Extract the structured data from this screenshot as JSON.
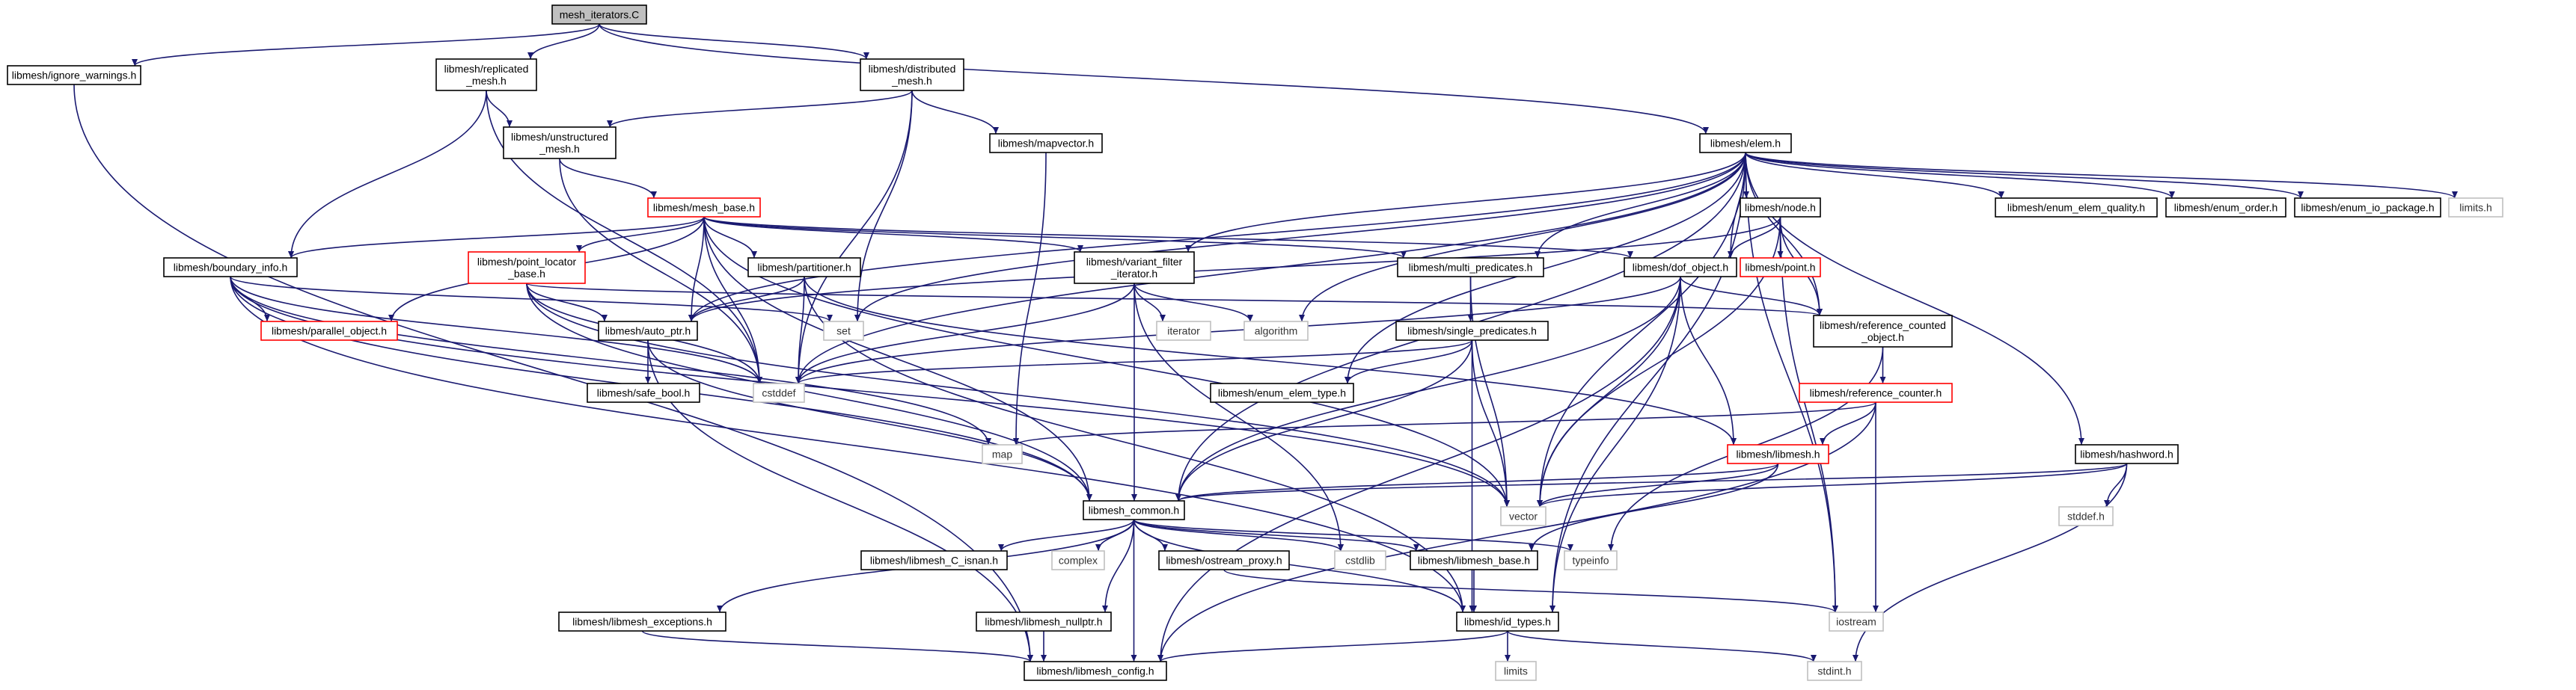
{
  "nodes": [
    {
      "id": "root",
      "label": "mesh_iterators.C",
      "style": "root"
    },
    {
      "id": "ignore",
      "label": "libmesh/ignore_warnings.h",
      "style": "normal"
    },
    {
      "id": "replicated",
      "label": "libmesh/replicated\n_mesh.h",
      "style": "normal"
    },
    {
      "id": "distributed",
      "label": "libmesh/distributed\n_mesh.h",
      "style": "normal"
    },
    {
      "id": "unstructured",
      "label": "libmesh/unstructured\n_mesh.h",
      "style": "normal"
    },
    {
      "id": "mapvector",
      "label": "libmesh/mapvector.h",
      "style": "normal"
    },
    {
      "id": "elem",
      "label": "libmesh/elem.h",
      "style": "normal"
    },
    {
      "id": "mesh_base",
      "label": "libmesh/mesh_base.h",
      "style": "red"
    },
    {
      "id": "boundary_info",
      "label": "libmesh/boundary_info.h",
      "style": "normal"
    },
    {
      "id": "point_locator",
      "label": "libmesh/point_locator\n_base.h",
      "style": "red"
    },
    {
      "id": "partitioner",
      "label": "libmesh/partitioner.h",
      "style": "normal"
    },
    {
      "id": "variant",
      "label": "libmesh/variant_filter\n_iterator.h",
      "style": "normal"
    },
    {
      "id": "multi_pred",
      "label": "libmesh/multi_predicates.h",
      "style": "normal"
    },
    {
      "id": "node",
      "label": "libmesh/node.h",
      "style": "normal"
    },
    {
      "id": "dof_object",
      "label": "libmesh/dof_object.h",
      "style": "normal"
    },
    {
      "id": "point",
      "label": "libmesh/point.h",
      "style": "red"
    },
    {
      "id": "enum_elem_quality",
      "label": "libmesh/enum_elem_quality.h",
      "style": "normal"
    },
    {
      "id": "enum_order",
      "label": "libmesh/enum_order.h",
      "style": "normal"
    },
    {
      "id": "enum_io_package",
      "label": "libmesh/enum_io_package.h",
      "style": "normal"
    },
    {
      "id": "limits_h",
      "label": "limits.h",
      "style": "gray"
    },
    {
      "id": "parallel_object",
      "label": "libmesh/parallel_object.h",
      "style": "red"
    },
    {
      "id": "auto_ptr",
      "label": "libmesh/auto_ptr.h",
      "style": "normal"
    },
    {
      "id": "set",
      "label": "set",
      "style": "gray"
    },
    {
      "id": "iterator",
      "label": "iterator",
      "style": "gray"
    },
    {
      "id": "algorithm",
      "label": "algorithm",
      "style": "gray"
    },
    {
      "id": "single_pred",
      "label": "libmesh/single_predicates.h",
      "style": "normal"
    },
    {
      "id": "ref_counted",
      "label": "libmesh/reference_counted\n_object.h",
      "style": "normal"
    },
    {
      "id": "safe_bool",
      "label": "libmesh/safe_bool.h",
      "style": "normal"
    },
    {
      "id": "cstddef",
      "label": "cstddef",
      "style": "gray"
    },
    {
      "id": "enum_elem_type",
      "label": "libmesh/enum_elem_type.h",
      "style": "normal"
    },
    {
      "id": "ref_counter",
      "label": "libmesh/reference_counter.h",
      "style": "red"
    },
    {
      "id": "map",
      "label": "map",
      "style": "gray"
    },
    {
      "id": "libmesh_h",
      "label": "libmesh/libmesh.h",
      "style": "red"
    },
    {
      "id": "hashword",
      "label": "libmesh/hashword.h",
      "style": "normal"
    },
    {
      "id": "vector",
      "label": "vector",
      "style": "gray"
    },
    {
      "id": "stddef",
      "label": "stddef.h",
      "style": "gray"
    },
    {
      "id": "libmesh_common",
      "label": "libmesh_common.h",
      "style": "normal"
    },
    {
      "id": "c_isnan",
      "label": "libmesh/libmesh_C_isnan.h",
      "style": "normal"
    },
    {
      "id": "complex",
      "label": "complex",
      "style": "gray"
    },
    {
      "id": "ostream_proxy",
      "label": "libmesh/ostream_proxy.h",
      "style": "normal"
    },
    {
      "id": "cstdlib",
      "label": "cstdlib",
      "style": "gray"
    },
    {
      "id": "libmesh_base",
      "label": "libmesh/libmesh_base.h",
      "style": "normal"
    },
    {
      "id": "typeinfo",
      "label": "typeinfo",
      "style": "gray"
    },
    {
      "id": "exceptions",
      "label": "libmesh/libmesh_exceptions.h",
      "style": "normal"
    },
    {
      "id": "nullptr",
      "label": "libmesh/libmesh_nullptr.h",
      "style": "normal"
    },
    {
      "id": "id_types",
      "label": "libmesh/id_types.h",
      "style": "normal"
    },
    {
      "id": "iostream",
      "label": "iostream",
      "style": "gray"
    },
    {
      "id": "limits",
      "label": "limits",
      "style": "gray"
    },
    {
      "id": "libmesh_config",
      "label": "libmesh/libmesh_config.h",
      "style": "normal"
    },
    {
      "id": "stdint",
      "label": "stdint.h",
      "style": "gray"
    }
  ],
  "edges": [
    [
      "root",
      "ignore"
    ],
    [
      "root",
      "replicated"
    ],
    [
      "root",
      "distributed"
    ],
    [
      "root",
      "elem"
    ],
    [
      "ignore",
      "libmesh_config"
    ],
    [
      "replicated",
      "unstructured"
    ],
    [
      "replicated",
      "boundary_info"
    ],
    [
      "replicated",
      "cstddef"
    ],
    [
      "distributed",
      "unstructured"
    ],
    [
      "distributed",
      "mapvector"
    ],
    [
      "distributed",
      "set"
    ],
    [
      "distributed",
      "cstddef"
    ],
    [
      "unstructured",
      "mesh_base"
    ],
    [
      "unstructured",
      "cstddef"
    ],
    [
      "mapvector",
      "map"
    ],
    [
      "mesh_base",
      "boundary_info"
    ],
    [
      "mesh_base",
      "point_locator"
    ],
    [
      "mesh_base",
      "partitioner"
    ],
    [
      "mesh_base",
      "variant"
    ],
    [
      "mesh_base",
      "multi_pred"
    ],
    [
      "mesh_base",
      "dof_object"
    ],
    [
      "mesh_base",
      "parallel_object"
    ],
    [
      "mesh_base",
      "auto_ptr"
    ],
    [
      "mesh_base",
      "cstddef"
    ],
    [
      "mesh_base",
      "libmesh_common"
    ],
    [
      "mesh_base",
      "vector"
    ],
    [
      "boundary_info",
      "parallel_object"
    ],
    [
      "boundary_info",
      "set"
    ],
    [
      "boundary_info",
      "cstddef"
    ],
    [
      "boundary_info",
      "map"
    ],
    [
      "boundary_info",
      "vector"
    ],
    [
      "boundary_info",
      "libmesh_common"
    ],
    [
      "boundary_info",
      "id_types"
    ],
    [
      "point_locator",
      "auto_ptr"
    ],
    [
      "point_locator",
      "ref_counted"
    ],
    [
      "point_locator",
      "libmesh_common"
    ],
    [
      "point_locator",
      "cstddef"
    ],
    [
      "point_locator",
      "vector"
    ],
    [
      "partitioner",
      "auto_ptr"
    ],
    [
      "partitioner",
      "cstddef"
    ],
    [
      "partitioner",
      "id_types"
    ],
    [
      "partitioner",
      "libmesh_h"
    ],
    [
      "variant",
      "iterator"
    ],
    [
      "variant",
      "algorithm"
    ],
    [
      "variant",
      "cstddef"
    ],
    [
      "variant",
      "libmesh_common"
    ],
    [
      "variant",
      "cstdlib"
    ],
    [
      "multi_pred",
      "single_pred"
    ],
    [
      "multi_pred",
      "vector"
    ],
    [
      "single_pred",
      "cstddef"
    ],
    [
      "single_pred",
      "enum_elem_type"
    ],
    [
      "single_pred",
      "libmesh_common"
    ],
    [
      "single_pred",
      "id_types"
    ],
    [
      "single_pred",
      "vector"
    ],
    [
      "elem",
      "node"
    ],
    [
      "elem",
      "dof_object"
    ],
    [
      "elem",
      "ref_counted"
    ],
    [
      "elem",
      "variant"
    ],
    [
      "elem",
      "multi_pred"
    ],
    [
      "elem",
      "auto_ptr"
    ],
    [
      "elem",
      "enum_elem_quality"
    ],
    [
      "elem",
      "enum_order"
    ],
    [
      "elem",
      "enum_io_package"
    ],
    [
      "elem",
      "limits_h"
    ],
    [
      "elem",
      "set"
    ],
    [
      "elem",
      "algorithm"
    ],
    [
      "elem",
      "cstddef"
    ],
    [
      "elem",
      "enum_elem_type"
    ],
    [
      "elem",
      "hashword"
    ],
    [
      "elem",
      "vector"
    ],
    [
      "elem",
      "iostream"
    ],
    [
      "elem",
      "libmesh_common"
    ],
    [
      "elem",
      "id_types"
    ],
    [
      "node",
      "point"
    ],
    [
      "node",
      "dof_object"
    ],
    [
      "node",
      "ref_counted"
    ],
    [
      "node",
      "auto_ptr"
    ],
    [
      "node",
      "iostream"
    ],
    [
      "node",
      "vector"
    ],
    [
      "dof_object",
      "ref_counted"
    ],
    [
      "dof_object",
      "libmesh_h"
    ],
    [
      "dof_object",
      "cstddef"
    ],
    [
      "dof_object",
      "vector"
    ],
    [
      "dof_object",
      "libmesh_common"
    ],
    [
      "dof_object",
      "id_types"
    ],
    [
      "dof_object",
      "libmesh_config"
    ],
    [
      "ref_counted",
      "ref_counter"
    ],
    [
      "ref_counted",
      "typeinfo"
    ],
    [
      "ref_counter",
      "libmesh_h"
    ],
    [
      "ref_counter",
      "map"
    ],
    [
      "ref_counter",
      "iostream"
    ],
    [
      "ref_counter",
      "libmesh_config"
    ],
    [
      "auto_ptr",
      "safe_bool"
    ],
    [
      "auto_ptr",
      "libmesh_config"
    ],
    [
      "auto_ptr",
      "libmesh_common"
    ],
    [
      "libmesh_h",
      "libmesh_common"
    ],
    [
      "libmesh_h",
      "libmesh_base"
    ],
    [
      "libmesh_h",
      "vector"
    ],
    [
      "hashword",
      "stddef"
    ],
    [
      "hashword",
      "stdint"
    ],
    [
      "hashword",
      "vector"
    ],
    [
      "hashword",
      "libmesh_common"
    ],
    [
      "libmesh_common",
      "c_isnan"
    ],
    [
      "libmesh_common",
      "complex"
    ],
    [
      "libmesh_common",
      "ostream_proxy"
    ],
    [
      "libmesh_common",
      "cstdlib"
    ],
    [
      "libmesh_common",
      "libmesh_base"
    ],
    [
      "libmesh_common",
      "typeinfo"
    ],
    [
      "libmesh_common",
      "exceptions"
    ],
    [
      "libmesh_common",
      "nullptr"
    ],
    [
      "libmesh_common",
      "libmesh_config"
    ],
    [
      "libmesh_common",
      "id_types"
    ],
    [
      "ostream_proxy",
      "iostream"
    ],
    [
      "libmesh_base",
      "id_types"
    ],
    [
      "exceptions",
      "libmesh_config"
    ],
    [
      "nullptr",
      "libmesh_config"
    ],
    [
      "id_types",
      "limits"
    ],
    [
      "id_types",
      "stdint"
    ],
    [
      "id_types",
      "libmesh_config"
    ]
  ]
}
